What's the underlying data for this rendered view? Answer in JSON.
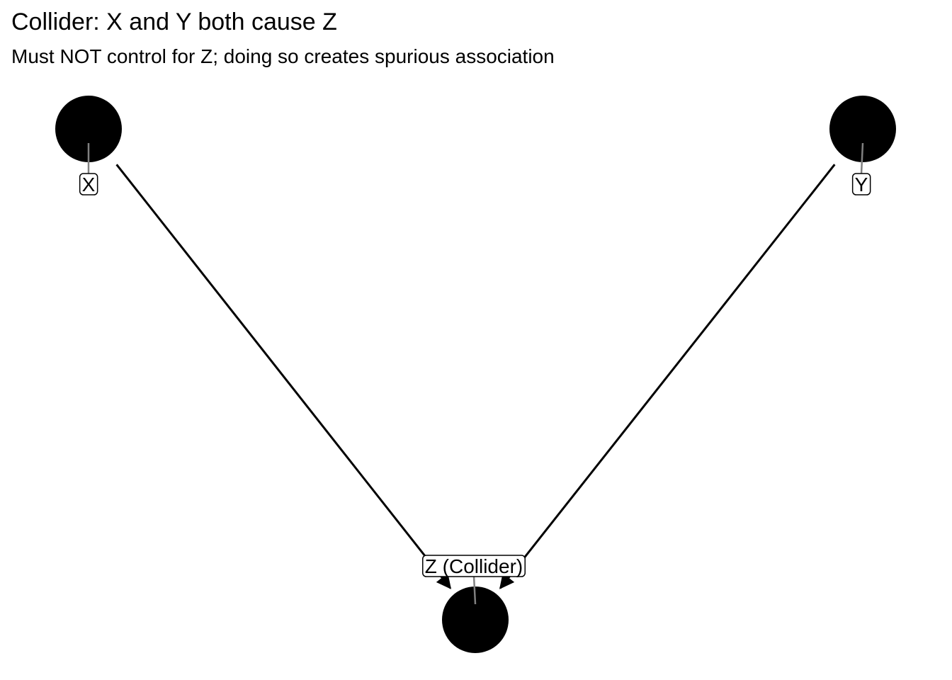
{
  "title": "Collider: X and Y both cause Z",
  "subtitle": "Must NOT control for Z; doing so creates spurious association",
  "nodes": [
    {
      "id": "X",
      "label": "X"
    },
    {
      "id": "Y",
      "label": "Y"
    },
    {
      "id": "Z",
      "label": "Z (Collider)"
    }
  ],
  "edges": [
    {
      "from": "X",
      "to": "Z"
    },
    {
      "from": "Y",
      "to": "Z"
    }
  ],
  "colors": {
    "node": "#000000",
    "edge": "#000000",
    "label_line": "#808080"
  }
}
